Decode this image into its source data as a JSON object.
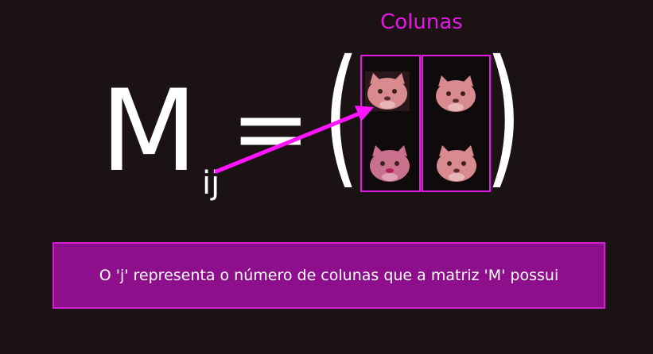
{
  "diagram": {
    "columns_label": "Colunas",
    "matrix_symbol": "M",
    "subscript": "ij",
    "equals": "=",
    "paren_left": "(",
    "paren_right": ")",
    "explanation": "O 'j' representa o número de colunas que a matriz 'M' possui",
    "cells": [
      {
        "row": 1,
        "col": 1,
        "icon": "cat-face-icon"
      },
      {
        "row": 1,
        "col": 2,
        "icon": "cat-face-icon"
      },
      {
        "row": 2,
        "col": 1,
        "icon": "cat-face-icon"
      },
      {
        "row": 2,
        "col": 2,
        "icon": "cat-face-icon"
      }
    ]
  },
  "colors": {
    "background": "#1a1213",
    "accent": "#e617e6",
    "box_fill": "#8e0f8c",
    "text": "#ffffff"
  }
}
